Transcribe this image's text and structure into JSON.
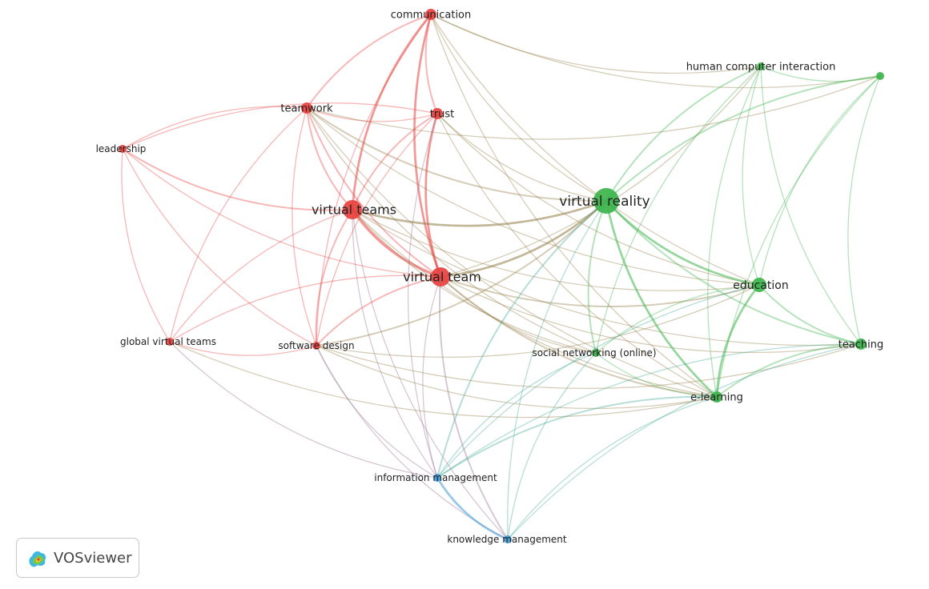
{
  "network": {
    "clusters": {
      "red": "#e8413e",
      "green": "#3cb44b",
      "blue": "#3f9ad8"
    },
    "nodes": [
      {
        "id": "communication",
        "label": "communication",
        "cluster": "red",
        "weight": 2
      },
      {
        "id": "teamwork",
        "label": "teamwork",
        "cluster": "red",
        "weight": 2
      },
      {
        "id": "trust",
        "label": "trust",
        "cluster": "red",
        "weight": 2
      },
      {
        "id": "leadership",
        "label": "leadership",
        "cluster": "red",
        "weight": 1
      },
      {
        "id": "virtual_teams",
        "label": "virtual teams",
        "cluster": "red",
        "weight": 4
      },
      {
        "id": "virtual_team",
        "label": "virtual team",
        "cluster": "red",
        "weight": 4
      },
      {
        "id": "global_virtual_teams",
        "label": "global virtual teams",
        "cluster": "red",
        "weight": 1
      },
      {
        "id": "software_design",
        "label": "software design",
        "cluster": "red",
        "weight": 1
      },
      {
        "id": "hci",
        "label": "human computer interaction",
        "cluster": "green",
        "weight": 1
      },
      {
        "id": "green_unlabeled",
        "label": "",
        "cluster": "green",
        "weight": 1
      },
      {
        "id": "virtual_reality",
        "label": "virtual reality",
        "cluster": "green",
        "weight": 5
      },
      {
        "id": "education",
        "label": "education",
        "cluster": "green",
        "weight": 3
      },
      {
        "id": "teaching",
        "label": "teaching",
        "cluster": "green",
        "weight": 2
      },
      {
        "id": "social_networking",
        "label": "social networking (online)",
        "cluster": "green",
        "weight": 1
      },
      {
        "id": "e_learning",
        "label": "e-learning",
        "cluster": "green",
        "weight": 2
      },
      {
        "id": "information_management",
        "label": "information management",
        "cluster": "blue",
        "weight": 1
      },
      {
        "id": "knowledge_management",
        "label": "knowledge management",
        "cluster": "blue",
        "weight": 1
      }
    ],
    "links": [
      [
        "communication",
        "teamwork",
        2
      ],
      [
        "communication",
        "trust",
        2
      ],
      [
        "communication",
        "virtual_teams",
        3
      ],
      [
        "communication",
        "virtual_team",
        3
      ],
      [
        "communication",
        "software_design",
        1
      ],
      [
        "communication",
        "virtual_reality",
        1
      ],
      [
        "communication",
        "education",
        1
      ],
      [
        "communication",
        "hci",
        1
      ],
      [
        "communication",
        "e_learning",
        1
      ],
      [
        "communication",
        "green_unlabeled",
        1
      ],
      [
        "teamwork",
        "trust",
        1
      ],
      [
        "teamwork",
        "leadership",
        1
      ],
      [
        "teamwork",
        "virtual_teams",
        2
      ],
      [
        "teamwork",
        "virtual_team",
        2
      ],
      [
        "teamwork",
        "virtual_reality",
        2
      ],
      [
        "teamwork",
        "software_design",
        1
      ],
      [
        "teamwork",
        "global_virtual_teams",
        1
      ],
      [
        "teamwork",
        "e_learning",
        1
      ],
      [
        "teamwork",
        "social_networking",
        1
      ],
      [
        "teamwork",
        "education",
        1
      ],
      [
        "teamwork",
        "green_unlabeled",
        1
      ],
      [
        "trust",
        "virtual_teams",
        2
      ],
      [
        "trust",
        "virtual_team",
        3
      ],
      [
        "trust",
        "leadership",
        1
      ],
      [
        "trust",
        "virtual_reality",
        1
      ],
      [
        "trust",
        "e_learning",
        1
      ],
      [
        "trust",
        "information_management",
        1
      ],
      [
        "trust",
        "software_design",
        1
      ],
      [
        "trust",
        "education",
        1
      ],
      [
        "leadership",
        "virtual_teams",
        2
      ],
      [
        "leadership",
        "virtual_team",
        1
      ],
      [
        "leadership",
        "global_virtual_teams",
        1
      ],
      [
        "leadership",
        "software_design",
        1
      ],
      [
        "virtual_teams",
        "virtual_team",
        4
      ],
      [
        "virtual_teams",
        "virtual_reality",
        3
      ],
      [
        "virtual_teams",
        "global_virtual_teams",
        1
      ],
      [
        "virtual_teams",
        "software_design",
        2
      ],
      [
        "virtual_teams",
        "information_management",
        1
      ],
      [
        "virtual_teams",
        "knowledge_management",
        1
      ],
      [
        "virtual_teams",
        "education",
        1
      ],
      [
        "virtual_teams",
        "e_learning",
        1
      ],
      [
        "virtual_teams",
        "teaching",
        1
      ],
      [
        "virtual_teams",
        "social_networking",
        1
      ],
      [
        "virtual_team",
        "virtual_reality",
        3
      ],
      [
        "virtual_team",
        "software_design",
        2
      ],
      [
        "virtual_team",
        "global_virtual_teams",
        1
      ],
      [
        "virtual_team",
        "education",
        2
      ],
      [
        "virtual_team",
        "e_learning",
        2
      ],
      [
        "virtual_team",
        "social_networking",
        1
      ],
      [
        "virtual_team",
        "knowledge_management",
        2
      ],
      [
        "virtual_team",
        "information_management",
        1
      ],
      [
        "virtual_team",
        "teaching",
        1
      ],
      [
        "virtual_team",
        "hci",
        1
      ],
      [
        "global_virtual_teams",
        "software_design",
        1
      ],
      [
        "global_virtual_teams",
        "information_management",
        1
      ],
      [
        "global_virtual_teams",
        "e_learning",
        1
      ],
      [
        "software_design",
        "virtual_reality",
        2
      ],
      [
        "software_design",
        "information_management",
        1
      ],
      [
        "software_design",
        "knowledge_management",
        1
      ],
      [
        "software_design",
        "e_learning",
        1
      ],
      [
        "software_design",
        "education",
        1
      ],
      [
        "software_design",
        "teaching",
        1
      ],
      [
        "hci",
        "virtual_reality",
        2
      ],
      [
        "hci",
        "education",
        1
      ],
      [
        "hci",
        "e_learning",
        1
      ],
      [
        "hci",
        "teaching",
        1
      ],
      [
        "hci",
        "green_unlabeled",
        1
      ],
      [
        "hci",
        "social_networking",
        1
      ],
      [
        "green_unlabeled",
        "virtual_reality",
        2
      ],
      [
        "green_unlabeled",
        "education",
        1
      ],
      [
        "green_unlabeled",
        "teaching",
        1
      ],
      [
        "green_unlabeled",
        "e_learning",
        1
      ],
      [
        "virtual_reality",
        "education",
        3
      ],
      [
        "virtual_reality",
        "teaching",
        2
      ],
      [
        "virtual_reality",
        "e_learning",
        3
      ],
      [
        "virtual_reality",
        "social_networking",
        2
      ],
      [
        "virtual_reality",
        "information_management",
        2
      ],
      [
        "virtual_reality",
        "knowledge_management",
        1
      ],
      [
        "education",
        "teaching",
        2
      ],
      [
        "education",
        "e_learning",
        3
      ],
      [
        "education",
        "social_networking",
        1
      ],
      [
        "education",
        "information_management",
        1
      ],
      [
        "teaching",
        "e_learning",
        2
      ],
      [
        "teaching",
        "knowledge_management",
        1
      ],
      [
        "teaching",
        "information_management",
        1
      ],
      [
        "social_networking",
        "e_learning",
        1
      ],
      [
        "social_networking",
        "information_management",
        1
      ],
      [
        "social_networking",
        "knowledge_management",
        1
      ],
      [
        "e_learning",
        "information_management",
        2
      ],
      [
        "e_learning",
        "knowledge_management",
        1
      ],
      [
        "information_management",
        "knowledge_management",
        3
      ]
    ]
  },
  "badge": {
    "title": "VOSviewer",
    "logo_icon": "vosviewer-logo-icon"
  }
}
